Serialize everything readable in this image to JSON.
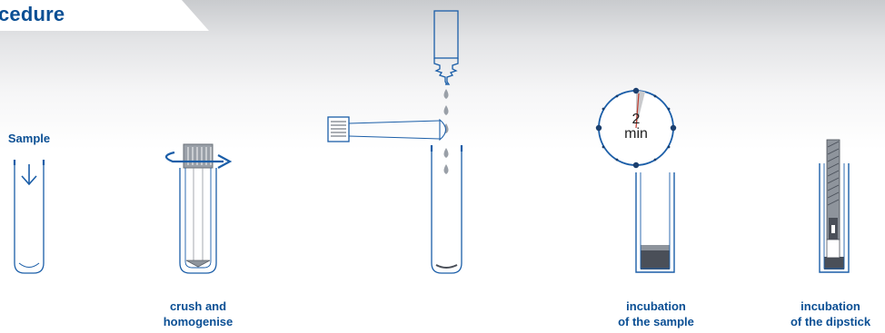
{
  "header": {
    "title": "cedure"
  },
  "steps": {
    "sample": {
      "label": "Sample"
    },
    "crush": {
      "line1": "crush and",
      "line2": "homogenise"
    },
    "incubation_sample": {
      "line1": "incubation",
      "line2": "of the sample"
    },
    "incubation_dipstick": {
      "line1": "incubation",
      "line2": "of the dipstick"
    }
  },
  "timer": {
    "value": "2",
    "unit": "min"
  },
  "colors": {
    "accent": "#0b4f94",
    "line": "#1b5ea8",
    "dark": "#4a4f58",
    "grey": "#8e949c"
  }
}
